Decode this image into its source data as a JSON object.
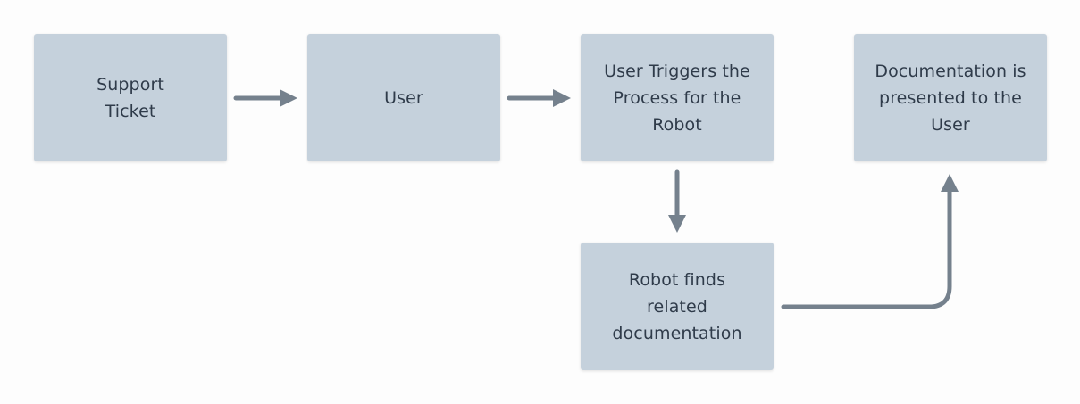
{
  "diagram": {
    "colors": {
      "node_fill": "#c5d1dc",
      "node_text": "#2f3b4a",
      "connector": "#75818d",
      "background": "#fdfdfd"
    },
    "nodes": {
      "support_ticket": "Support\nTicket",
      "user": "User",
      "user_triggers": "User Triggers the\nProcess for the\nRobot",
      "documentation_presented": "Documentation is\npresented to the\nUser",
      "robot_finds": "Robot finds\nrelated\ndocumentation"
    }
  }
}
